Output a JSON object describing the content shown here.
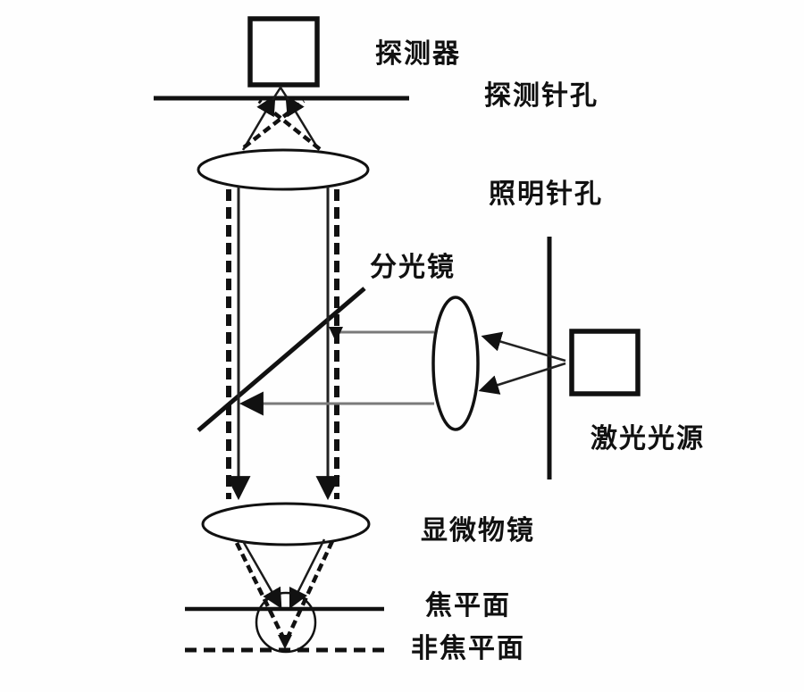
{
  "labels": {
    "detector": "探测器",
    "detection_pinhole": "探测针孔",
    "illumination_pinhole": "照明针孔",
    "beam_splitter": "分光镜",
    "laser_source": "激光光源",
    "objective_lens": "显微物镜",
    "focal_plane": "焦平面",
    "non_focal_plane": "非焦平面"
  },
  "colors": {
    "ink": "#111111",
    "ray_gray": "#7a7a7a",
    "background": "#fefefe"
  }
}
